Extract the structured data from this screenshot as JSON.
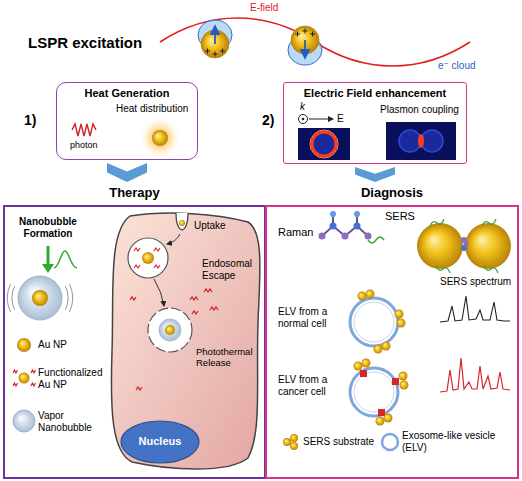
{
  "diagram": {
    "nodes": [
      {
        "text": [
          "Heat Generation"
        ]
      },
      {
        "text": [
          "Electric Field enhancement"
        ]
      },
      {
        "text": [
          "Therapy"
        ]
      },
      {
        "text": [
          "Diagnosis"
        ]
      },
      {
        "text": [
          "Uptake",
          "Endosomal Escape",
          "Photothermal Release"
        ],
        "in": 2
      },
      {
        "text": [
          "Nucleus"
        ],
        "in": 4
      }
    ],
    "edges": [
      {
        "from": 0,
        "to": 2,
        "arrow": "to"
      },
      {
        "from": 1,
        "to": 3,
        "arrow": "to"
      }
    ],
    "labels": [
      "LSPR excitation",
      "E-field",
      "e⁻ cloud",
      "1)",
      "2)",
      "photon",
      "Heat distribution",
      "k",
      "E",
      "Plasmon coupling",
      "Nanobubble Formation",
      "Raman",
      "SERS",
      "SERS spectrum",
      "ELV from a normal cell",
      "ELV from a cancer cell"
    ],
    "legend": [
      {
        "text": "Au NP"
      },
      {
        "text": "Functionalized Au NP"
      },
      {
        "text": "Vapor Nanobubble"
      },
      {
        "text": "SERS substrate"
      },
      {
        "text": "Exosome-like vesicle (ELV)"
      }
    ]
  }
}
